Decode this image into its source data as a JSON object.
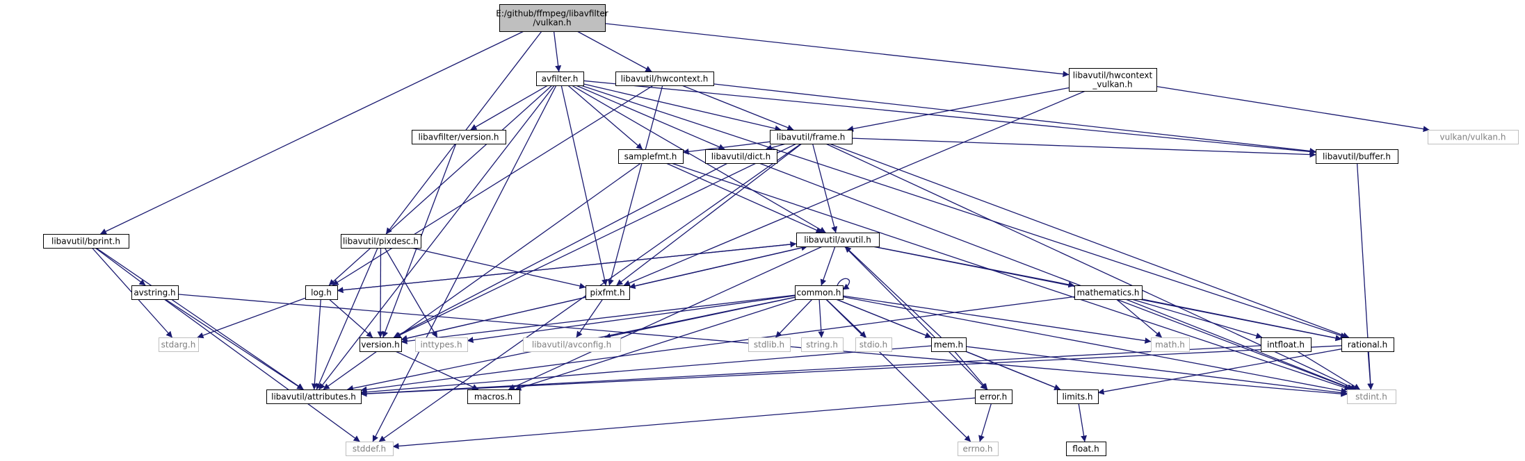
{
  "root": "vulkan_h",
  "colors": {
    "edge": "#191970",
    "root_fill": "#bfbfbf",
    "node_border": "#000000",
    "external_border": "#bfbfbf",
    "external_text": "#7f7f7f"
  },
  "nodes": [
    {
      "id": "vulkan_h",
      "lines": [
        "E:/github/ffmpeg/libavfilter",
        "/vulkan.h"
      ],
      "kind": "root"
    },
    {
      "id": "avfilter_h",
      "lines": [
        "avfilter.h"
      ],
      "kind": "local"
    },
    {
      "id": "hwcontext_h",
      "lines": [
        "libavutil/hwcontext.h"
      ],
      "kind": "local"
    },
    {
      "id": "hwcontext_vulkan_h",
      "lines": [
        "libavutil/hwcontext",
        "_vulkan.h"
      ],
      "kind": "local"
    },
    {
      "id": "vulkan_vulkan_h",
      "lines": [
        "vulkan/vulkan.h"
      ],
      "kind": "external"
    },
    {
      "id": "libavfilter_version_h",
      "lines": [
        "libavfilter/version.h"
      ],
      "kind": "local"
    },
    {
      "id": "frame_h",
      "lines": [
        "libavutil/frame.h"
      ],
      "kind": "local"
    },
    {
      "id": "buffer_h",
      "lines": [
        "libavutil/buffer.h"
      ],
      "kind": "local"
    },
    {
      "id": "samplefmt_h",
      "lines": [
        "samplefmt.h"
      ],
      "kind": "local"
    },
    {
      "id": "dict_h",
      "lines": [
        "libavutil/dict.h"
      ],
      "kind": "local"
    },
    {
      "id": "bprint_h",
      "lines": [
        "libavutil/bprint.h"
      ],
      "kind": "local"
    },
    {
      "id": "pixdesc_h",
      "lines": [
        "libavutil/pixdesc.h"
      ],
      "kind": "local"
    },
    {
      "id": "avutil_h",
      "lines": [
        "libavutil/avutil.h"
      ],
      "kind": "local"
    },
    {
      "id": "avstring_h",
      "lines": [
        "avstring.h"
      ],
      "kind": "local"
    },
    {
      "id": "log_h",
      "lines": [
        "log.h"
      ],
      "kind": "local"
    },
    {
      "id": "pixfmt_h",
      "lines": [
        "pixfmt.h"
      ],
      "kind": "local"
    },
    {
      "id": "common_h",
      "lines": [
        "common.h"
      ],
      "kind": "local"
    },
    {
      "id": "mathematics_h",
      "lines": [
        "mathematics.h"
      ],
      "kind": "local"
    },
    {
      "id": "stdarg_h",
      "lines": [
        "stdarg.h"
      ],
      "kind": "external"
    },
    {
      "id": "version_h",
      "lines": [
        "version.h"
      ],
      "kind": "local"
    },
    {
      "id": "inttypes_h",
      "lines": [
        "inttypes.h"
      ],
      "kind": "external"
    },
    {
      "id": "avconfig_h",
      "lines": [
        "libavutil/avconfig.h"
      ],
      "kind": "external"
    },
    {
      "id": "stdlib_h",
      "lines": [
        "stdlib.h"
      ],
      "kind": "external"
    },
    {
      "id": "string_h",
      "lines": [
        "string.h"
      ],
      "kind": "external"
    },
    {
      "id": "stdio_h",
      "lines": [
        "stdio.h"
      ],
      "kind": "external"
    },
    {
      "id": "mem_h",
      "lines": [
        "mem.h"
      ],
      "kind": "local"
    },
    {
      "id": "math_h",
      "lines": [
        "math.h"
      ],
      "kind": "external"
    },
    {
      "id": "intfloat_h",
      "lines": [
        "intfloat.h"
      ],
      "kind": "local"
    },
    {
      "id": "rational_h",
      "lines": [
        "rational.h"
      ],
      "kind": "local"
    },
    {
      "id": "attributes_h",
      "lines": [
        "libavutil/attributes.h"
      ],
      "kind": "local"
    },
    {
      "id": "macros_h",
      "lines": [
        "macros.h"
      ],
      "kind": "local"
    },
    {
      "id": "error_h",
      "lines": [
        "error.h"
      ],
      "kind": "local"
    },
    {
      "id": "limits_h",
      "lines": [
        "limits.h"
      ],
      "kind": "local"
    },
    {
      "id": "stdint_h",
      "lines": [
        "stdint.h"
      ],
      "kind": "external"
    },
    {
      "id": "stddef_h",
      "lines": [
        "stddef.h"
      ],
      "kind": "external"
    },
    {
      "id": "errno_h",
      "lines": [
        "errno.h"
      ],
      "kind": "external"
    },
    {
      "id": "float_h",
      "lines": [
        "float.h"
      ],
      "kind": "local"
    }
  ],
  "edges": [
    [
      "vulkan_h",
      "avfilter_h"
    ],
    [
      "vulkan_h",
      "hwcontext_h"
    ],
    [
      "vulkan_h",
      "hwcontext_vulkan_h"
    ],
    [
      "vulkan_h",
      "pixdesc_h"
    ],
    [
      "vulkan_h",
      "bprint_h"
    ],
    [
      "avfilter_h",
      "libavfilter_version_h"
    ],
    [
      "avfilter_h",
      "frame_h"
    ],
    [
      "avfilter_h",
      "buffer_h"
    ],
    [
      "avfilter_h",
      "samplefmt_h"
    ],
    [
      "avfilter_h",
      "dict_h"
    ],
    [
      "avfilter_h",
      "avutil_h"
    ],
    [
      "avfilter_h",
      "pixfmt_h"
    ],
    [
      "avfilter_h",
      "log_h"
    ],
    [
      "avfilter_h",
      "attributes_h"
    ],
    [
      "avfilter_h",
      "stddef_h"
    ],
    [
      "avfilter_h",
      "rational_h"
    ],
    [
      "hwcontext_h",
      "frame_h"
    ],
    [
      "hwcontext_h",
      "buffer_h"
    ],
    [
      "hwcontext_h",
      "pixfmt_h"
    ],
    [
      "hwcontext_h",
      "log_h"
    ],
    [
      "hwcontext_vulkan_h",
      "frame_h"
    ],
    [
      "hwcontext_vulkan_h",
      "vulkan_vulkan_h"
    ],
    [
      "hwcontext_vulkan_h",
      "pixfmt_h"
    ],
    [
      "libavfilter_version_h",
      "version_h"
    ],
    [
      "frame_h",
      "buffer_h"
    ],
    [
      "frame_h",
      "samplefmt_h"
    ],
    [
      "frame_h",
      "dict_h"
    ],
    [
      "frame_h",
      "avutil_h"
    ],
    [
      "frame_h",
      "pixfmt_h"
    ],
    [
      "frame_h",
      "rational_h"
    ],
    [
      "frame_h",
      "stdint_h"
    ],
    [
      "frame_h",
      "version_h"
    ],
    [
      "frame_h",
      "stddef_h"
    ],
    [
      "buffer_h",
      "stdint_h"
    ],
    [
      "samplefmt_h",
      "avutil_h"
    ],
    [
      "samplefmt_h",
      "attributes_h"
    ],
    [
      "samplefmt_h",
      "stdint_h"
    ],
    [
      "dict_h",
      "stdint_h"
    ],
    [
      "dict_h",
      "version_h"
    ],
    [
      "bprint_h",
      "avstring_h"
    ],
    [
      "bprint_h",
      "stdarg_h"
    ],
    [
      "bprint_h",
      "attributes_h"
    ],
    [
      "pixdesc_h",
      "pixfmt_h"
    ],
    [
      "pixdesc_h",
      "version_h"
    ],
    [
      "pixdesc_h",
      "attributes_h"
    ],
    [
      "pixdesc_h",
      "inttypes_h"
    ],
    [
      "avutil_h",
      "log_h"
    ],
    [
      "avutil_h",
      "pixfmt_h"
    ],
    [
      "avutil_h",
      "common_h"
    ],
    [
      "avutil_h",
      "mathematics_h"
    ],
    [
      "avutil_h",
      "error_h"
    ],
    [
      "avutil_h",
      "rational_h"
    ],
    [
      "avutil_h",
      "version_h"
    ],
    [
      "avutil_h",
      "macros_h"
    ],
    [
      "avstring_h",
      "attributes_h"
    ],
    [
      "avstring_h",
      "stddef_h"
    ],
    [
      "avstring_h",
      "stdint_h"
    ],
    [
      "log_h",
      "attributes_h"
    ],
    [
      "log_h",
      "version_h"
    ],
    [
      "log_h",
      "stdarg_h"
    ],
    [
      "log_h",
      "avutil_h"
    ],
    [
      "pixfmt_h",
      "avconfig_h"
    ],
    [
      "pixfmt_h",
      "version_h"
    ],
    [
      "pixfmt_h",
      "avutil_h"
    ],
    [
      "common_h",
      "attributes_h"
    ],
    [
      "common_h",
      "macros_h"
    ],
    [
      "common_h",
      "version_h"
    ],
    [
      "common_h",
      "inttypes_h"
    ],
    [
      "common_h",
      "avconfig_h"
    ],
    [
      "common_h",
      "stdlib_h"
    ],
    [
      "common_h",
      "string_h"
    ],
    [
      "common_h",
      "stdio_h"
    ],
    [
      "common_h",
      "mem_h"
    ],
    [
      "common_h",
      "math_h"
    ],
    [
      "common_h",
      "limits_h"
    ],
    [
      "common_h",
      "stdint_h"
    ],
    [
      "common_h",
      "errno_h"
    ],
    [
      "common_h",
      "common_h"
    ],
    [
      "mathematics_h",
      "attributes_h"
    ],
    [
      "mathematics_h",
      "math_h"
    ],
    [
      "mathematics_h",
      "intfloat_h"
    ],
    [
      "mathematics_h",
      "rational_h"
    ],
    [
      "mathematics_h",
      "stdint_h"
    ],
    [
      "version_h",
      "macros_h"
    ],
    [
      "mem_h",
      "attributes_h"
    ],
    [
      "mem_h",
      "error_h"
    ],
    [
      "mem_h",
      "limits_h"
    ],
    [
      "mem_h",
      "stdint_h"
    ],
    [
      "mem_h",
      "avutil_h"
    ],
    [
      "intfloat_h",
      "attributes_h"
    ],
    [
      "intfloat_h",
      "stdint_h"
    ],
    [
      "rational_h",
      "attributes_h"
    ],
    [
      "rational_h",
      "limits_h"
    ],
    [
      "rational_h",
      "stdint_h"
    ],
    [
      "error_h",
      "errno_h"
    ],
    [
      "error_h",
      "stddef_h"
    ],
    [
      "limits_h",
      "float_h"
    ]
  ]
}
